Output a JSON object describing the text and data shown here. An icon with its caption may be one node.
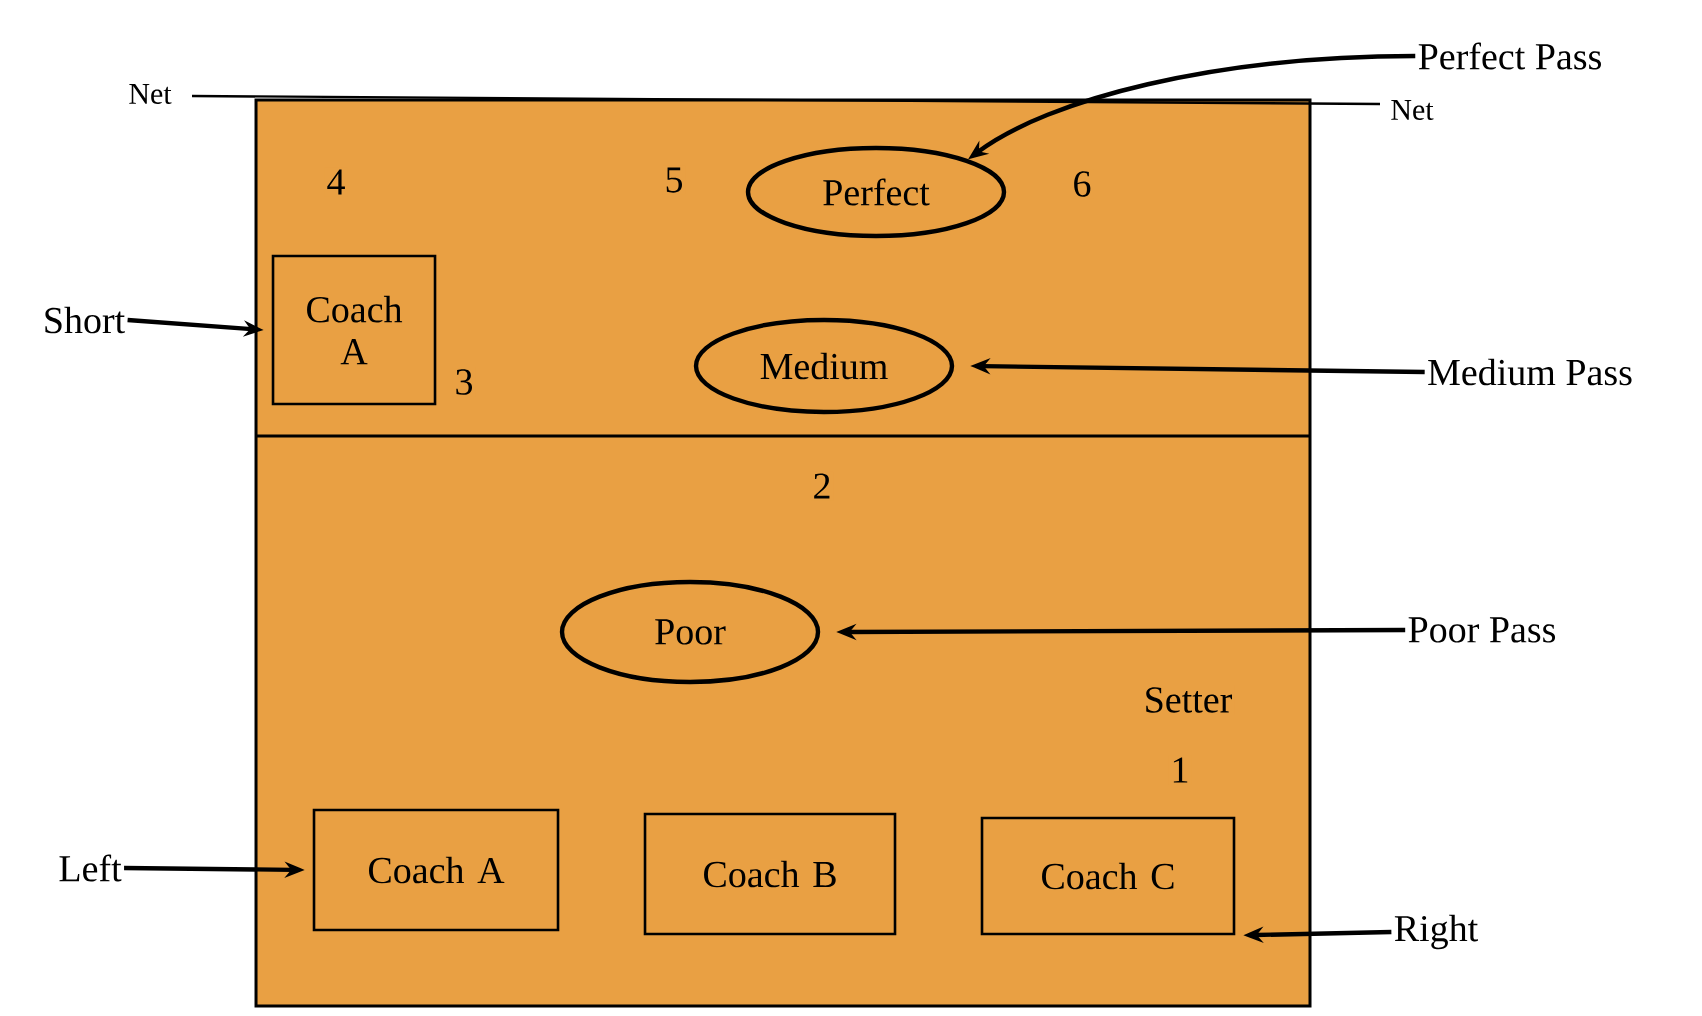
{
  "diagram": {
    "nodes": [
      {
        "text": [],
        "shape": "box"
      },
      {
        "text": [
          "Perfect"
        ],
        "in": 0
      },
      {
        "text": [
          "Coach A"
        ],
        "in": 0
      },
      {
        "text": [
          "Medium"
        ],
        "in": 0
      },
      {
        "text": [
          "Poor"
        ],
        "in": 0
      },
      {
        "text": [
          "Coach A"
        ],
        "in": 0
      },
      {
        "text": [
          "Coach B"
        ],
        "in": 0
      },
      {
        "text": [
          "Coach C"
        ],
        "in": 0
      },
      {
        "text": [
          "Perfect Pass"
        ]
      },
      {
        "text": [
          "Short"
        ]
      },
      {
        "text": [
          "Medium Pass"
        ]
      },
      {
        "text": [
          "Poor Pass"
        ]
      },
      {
        "text": [
          "Left"
        ]
      },
      {
        "text": [
          "Right"
        ]
      }
    ],
    "edges": [
      {
        "from": 8,
        "to": 1,
        "arrow": "to"
      },
      {
        "from": 9,
        "to": 2,
        "arrow": "to"
      },
      {
        "from": 10,
        "to": 3,
        "arrow": "to"
      },
      {
        "from": 11,
        "to": 4,
        "arrow": "to"
      },
      {
        "from": 12,
        "to": 5,
        "arrow": "to"
      },
      {
        "from": 13,
        "to": 7,
        "arrow": "to"
      }
    ],
    "labels": [
      "Net",
      "Net",
      "4",
      "5",
      "6",
      "3",
      "2",
      "Setter",
      "1"
    ]
  }
}
